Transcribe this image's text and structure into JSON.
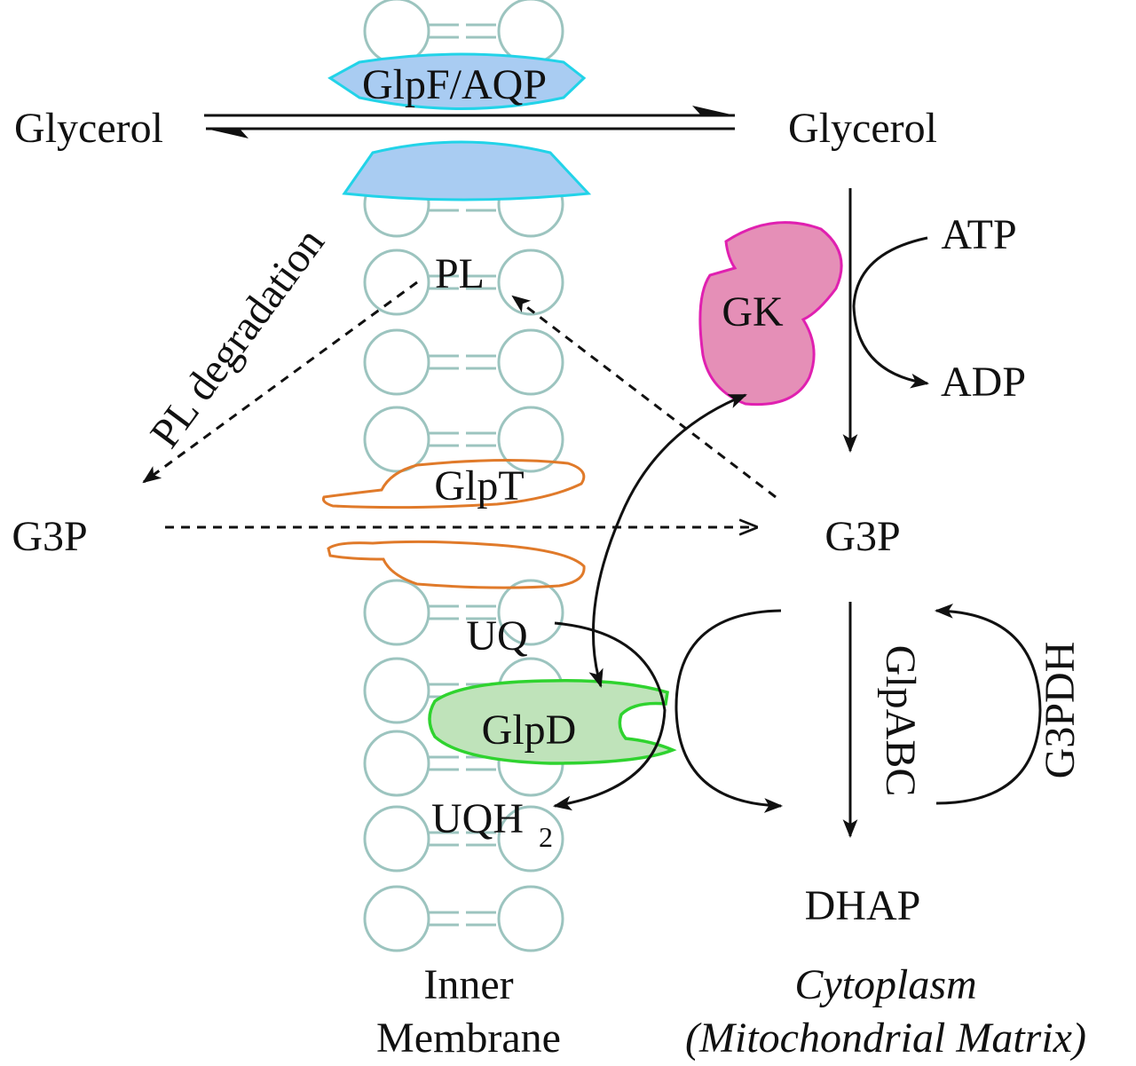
{
  "labels": {
    "glycerol_out": "Glycerol",
    "glycerol_in": "Glycerol",
    "glpf_aqp": "GlpF/AQP",
    "pl": "PL",
    "pl_degradation": "PL degradation",
    "gk": "GK",
    "atp": "ATP",
    "adp": "ADP",
    "glpt": "GlpT",
    "g3p_out": "G3P",
    "g3p_in": "G3P",
    "uq": "UQ",
    "glpd": "GlpD",
    "uqh2_base": "UQH",
    "uqh2_sub": "2",
    "glpabc": "GlpABC",
    "g3pdh": "G3PDH",
    "dhap": "DHAP",
    "inner_line1": "Inner",
    "inner_line2": "Membrane",
    "cyto_line1": "Cytoplasm",
    "cyto_line2": "(Mitochondrial Matrix)"
  },
  "colors": {
    "membrane": "#9cc4bf",
    "glpf_fill": "#a9ccf2",
    "glpf_stroke": "#22d3e8",
    "gk_fill": "#e58fb7",
    "gk_stroke": "#e020b0",
    "glpt_stroke": "#e07a2a",
    "glpd_fill": "#bfe3ba",
    "glpd_stroke": "#2fd32f",
    "ink": "#111111"
  }
}
